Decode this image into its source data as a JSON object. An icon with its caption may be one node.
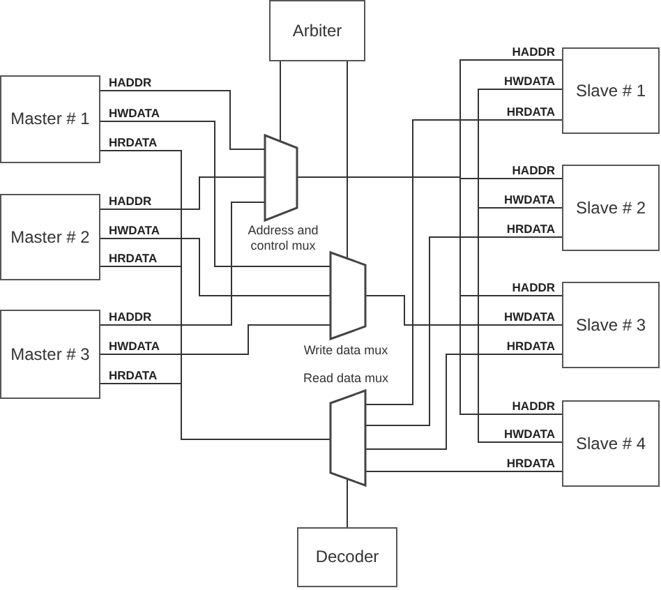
{
  "diagram": {
    "nodes": [
      {
        "text": [
          "Arbiter"
        ]
      },
      {
        "text": [
          "Master # 1"
        ],
        "beside": [
          "HADDR",
          "HWDATA",
          "HRDATA"
        ]
      },
      {
        "text": [
          "Master # 2"
        ],
        "beside": [
          "HADDR",
          "HWDATA",
          "HRDATA"
        ]
      },
      {
        "text": [
          "Master # 3"
        ],
        "beside": [
          "HADDR",
          "HWDATA",
          "HRDATA"
        ]
      },
      {
        "text": [
          "Slave # 1"
        ],
        "beside": [
          "HADDR",
          "HWDATA",
          "HRDATA"
        ]
      },
      {
        "text": [
          "Slave # 2"
        ],
        "beside": [
          "HADDR",
          "HWDATA",
          "HRDATA"
        ]
      },
      {
        "text": [
          "Slave # 3"
        ],
        "beside": [
          "HADDR",
          "HWDATA",
          "HRDATA"
        ]
      },
      {
        "text": [
          "Slave # 4"
        ],
        "beside": [
          "HADDR",
          "HWDATA",
          "HRDATA"
        ]
      },
      {
        "text": [],
        "shape": "trapezoid",
        "beside": [
          "Address and control mux"
        ]
      },
      {
        "text": [],
        "shape": "trapezoid",
        "beside": [
          "Write data mux"
        ]
      },
      {
        "text": [],
        "shape": "trapezoid",
        "beside": [
          "Read data mux"
        ]
      },
      {
        "text": [
          "Decoder"
        ]
      }
    ],
    "edges": [
      {
        "from": 1,
        "to": 8,
        "arrow": "none"
      },
      {
        "from": 2,
        "to": 8,
        "arrow": "none"
      },
      {
        "from": 3,
        "to": 8,
        "arrow": "none"
      },
      {
        "from": 1,
        "to": 9,
        "arrow": "none"
      },
      {
        "from": 2,
        "to": 9,
        "arrow": "none"
      },
      {
        "from": 3,
        "to": 9,
        "arrow": "none"
      },
      {
        "from": 10,
        "to": 1,
        "arrow": "none"
      },
      {
        "from": 10,
        "to": 2,
        "arrow": "none"
      },
      {
        "from": 10,
        "to": 3,
        "arrow": "none"
      },
      {
        "from": 0,
        "to": 8,
        "arrow": "none"
      },
      {
        "from": 0,
        "to": 9,
        "arrow": "none"
      },
      {
        "from": 11,
        "to": 10,
        "arrow": "none"
      },
      {
        "from": 8,
        "to": 4,
        "arrow": "none"
      },
      {
        "from": 8,
        "to": 5,
        "arrow": "none"
      },
      {
        "from": 8,
        "to": 6,
        "arrow": "none"
      },
      {
        "from": 8,
        "to": 7,
        "arrow": "none"
      },
      {
        "from": 9,
        "to": 4,
        "arrow": "none"
      },
      {
        "from": 9,
        "to": 5,
        "arrow": "none"
      },
      {
        "from": 9,
        "to": 6,
        "arrow": "none"
      },
      {
        "from": 9,
        "to": 7,
        "arrow": "none"
      },
      {
        "from": 4,
        "to": 10,
        "arrow": "none"
      },
      {
        "from": 5,
        "to": 10,
        "arrow": "none"
      },
      {
        "from": 6,
        "to": 10,
        "arrow": "none"
      },
      {
        "from": 7,
        "to": 10,
        "arrow": "none"
      }
    ]
  }
}
